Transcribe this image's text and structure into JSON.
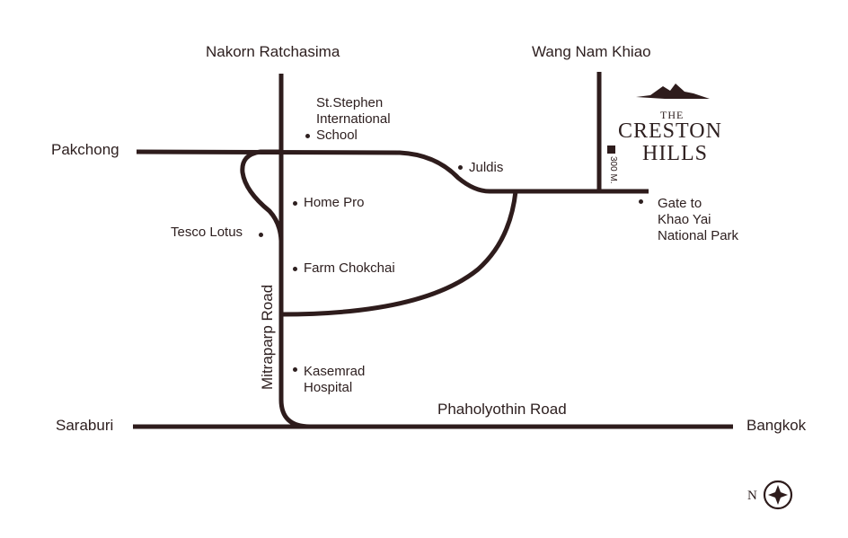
{
  "colors": {
    "road": "#2e1c1c",
    "text": "#2e2020",
    "background": "#ffffff"
  },
  "destinations": {
    "north": "Nakorn Ratchasima",
    "northeast": "Wang Nam Khiao",
    "west": "Pakchong",
    "southwest": "Saraburi",
    "southeast": "Bangkok"
  },
  "roads": {
    "vertical": "Mitraparp Road",
    "horizontal": "Phaholyothin Road"
  },
  "landmarks": {
    "school": [
      "St.Stephen",
      "International",
      "School"
    ],
    "juldis": "Juldis",
    "home_pro": "Home Pro",
    "tesco": "Tesco Lotus",
    "farm": "Farm Chokchai",
    "hospital": [
      "Kasemrad",
      "Hospital"
    ],
    "gate": [
      "Gate to",
      "Khao Yai",
      "National Park"
    ]
  },
  "distance_marker": "300 M.",
  "logo": {
    "line1": "THE",
    "line2": "CRESTON",
    "line3": "HILLS",
    "icon": "mountain-logo-icon"
  },
  "compass": {
    "letter": "N",
    "icon": "compass-icon"
  }
}
